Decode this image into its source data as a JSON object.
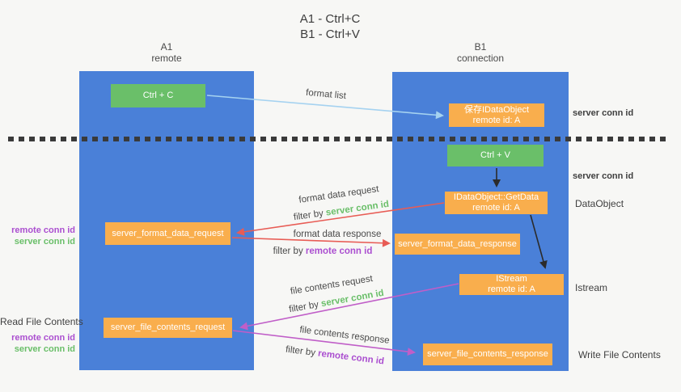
{
  "title": {
    "line1": "A1 - Ctrl+C",
    "line2": "B1 - Ctrl+V"
  },
  "columns": {
    "a1": {
      "id": "A1",
      "role": "remote"
    },
    "b1": {
      "id": "B1",
      "role": "connection"
    }
  },
  "nodes": {
    "ctrl_c": "Ctrl + C",
    "ctrl_v": "Ctrl + V",
    "save_dataobject": {
      "line1": "保存IDataObject",
      "line2": "remote id: A"
    },
    "getdata": {
      "line1": "IDataObject::GetData",
      "line2": "remote id: A"
    },
    "istream": {
      "line1": "IStream",
      "line2": "remote id: A"
    },
    "server_format_data_request": "server_format_data_request",
    "server_format_data_response": "server_format_data_response",
    "server_file_contents_request": "server_file_contents_request",
    "server_file_contents_response": "server_file_contents_response"
  },
  "arrow_labels": {
    "format_list": "format list",
    "format_data_request": "format data request",
    "format_data_response": "format data response",
    "file_contents_request": "file contents request",
    "file_contents_response": "file contents response",
    "filter_by": "filter by",
    "server_conn_id": "server conn id",
    "remote_conn_id": "remote conn id"
  },
  "side_labels": {
    "server_conn_id_top": "server conn id",
    "server_conn_id_mid": "server conn id",
    "dataobject": "DataObject",
    "istream": "Istream",
    "write_file_contents": "Write File Contents",
    "read_file_contents": "Read File Contents",
    "remote_conn_id_left_top": "remote conn id",
    "server_conn_id_left_top": "server conn id",
    "remote_conn_id_left_bottom": "remote conn id",
    "server_conn_id_left_bottom": "server conn id"
  },
  "colors": {
    "column_blue": "#4a80d8",
    "node_green": "#6abf69",
    "node_orange": "#f9ae4d",
    "arrow_light_blue": "#a5d2f0",
    "arrow_red": "#e85c55",
    "arrow_magenta": "#c05ec8",
    "arrow_black": "#2b2b2b",
    "dashed_line": "#3a3a3a",
    "label_green": "#6abf69",
    "label_purple": "#ab4fd0",
    "label_dark": "#3f3f3f"
  }
}
